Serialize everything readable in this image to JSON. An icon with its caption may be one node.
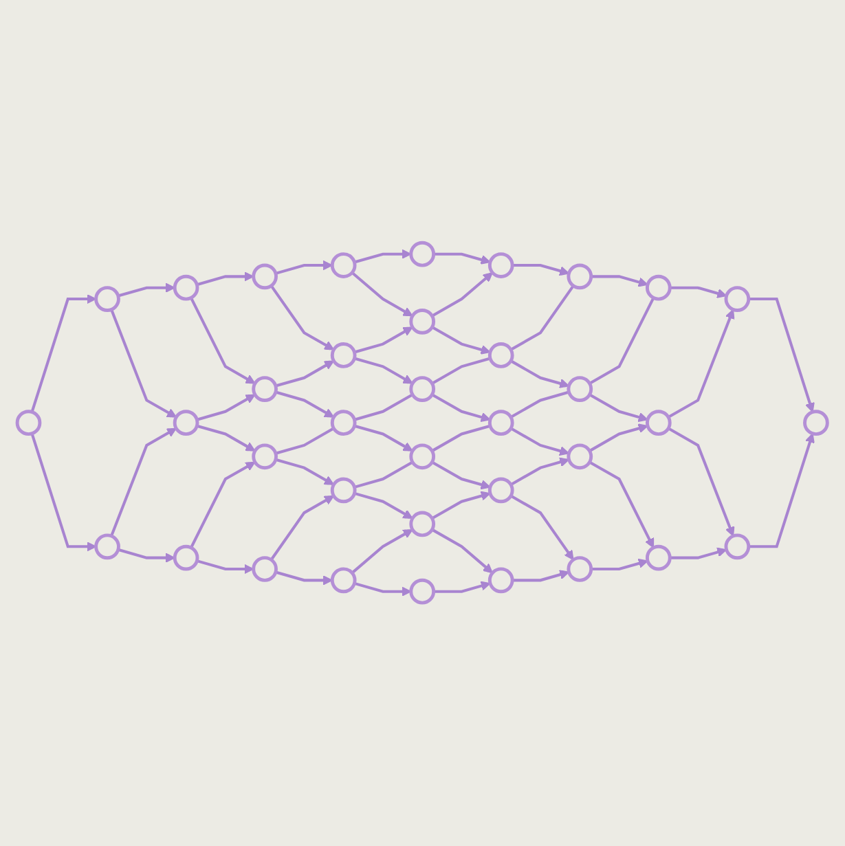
{
  "diagram": {
    "nodes": [
      {
        "text": [],
        "shape": "circle"
      },
      {
        "text": [],
        "shape": "circle"
      },
      {
        "text": [],
        "shape": "circle"
      },
      {
        "text": [],
        "shape": "circle"
      },
      {
        "text": [],
        "shape": "circle"
      },
      {
        "text": [],
        "shape": "circle"
      },
      {
        "text": [],
        "shape": "circle"
      },
      {
        "text": [],
        "shape": "circle"
      },
      {
        "text": [],
        "shape": "circle"
      },
      {
        "text": [],
        "shape": "circle"
      },
      {
        "text": [],
        "shape": "circle"
      },
      {
        "text": [],
        "shape": "circle"
      },
      {
        "text": [],
        "shape": "circle"
      },
      {
        "text": [],
        "shape": "circle"
      },
      {
        "text": [],
        "shape": "circle"
      },
      {
        "text": [],
        "shape": "circle"
      },
      {
        "text": [],
        "shape": "circle"
      },
      {
        "text": [],
        "shape": "circle"
      },
      {
        "text": [],
        "shape": "circle"
      },
      {
        "text": [],
        "shape": "circle"
      },
      {
        "text": [],
        "shape": "circle"
      },
      {
        "text": [],
        "shape": "circle"
      },
      {
        "text": [],
        "shape": "circle"
      },
      {
        "text": [],
        "shape": "circle"
      },
      {
        "text": [],
        "shape": "circle"
      },
      {
        "text": [],
        "shape": "circle"
      },
      {
        "text": [],
        "shape": "circle"
      },
      {
        "text": [],
        "shape": "circle"
      },
      {
        "text": [],
        "shape": "circle"
      },
      {
        "text": [],
        "shape": "circle"
      },
      {
        "text": [],
        "shape": "circle"
      },
      {
        "text": [],
        "shape": "circle"
      },
      {
        "text": [],
        "shape": "circle"
      },
      {
        "text": [],
        "shape": "circle"
      },
      {
        "text": [],
        "shape": "circle"
      },
      {
        "text": [],
        "shape": "circle"
      }
    ],
    "edges": [
      {
        "from": 0,
        "to": 1,
        "arrow": "to"
      },
      {
        "from": 1,
        "to": 2,
        "arrow": "to"
      },
      {
        "from": 2,
        "to": 3,
        "arrow": "to"
      },
      {
        "from": 3,
        "to": 4,
        "arrow": "to"
      },
      {
        "from": 4,
        "to": 5,
        "arrow": "to"
      },
      {
        "from": 6,
        "to": 0,
        "arrow": "to"
      },
      {
        "from": 7,
        "to": 1,
        "arrow": "to"
      },
      {
        "from": 8,
        "to": 2,
        "arrow": "none"
      },
      {
        "from": 9,
        "to": 3,
        "arrow": "none"
      },
      {
        "from": 10,
        "to": 4,
        "arrow": "to"
      },
      {
        "from": 11,
        "to": 5,
        "arrow": "to"
      },
      {
        "from": 6,
        "to": 7,
        "arrow": "to"
      },
      {
        "from": 7,
        "to": 8,
        "arrow": "to"
      },
      {
        "from": 8,
        "to": 9,
        "arrow": "to"
      },
      {
        "from": 9,
        "to": 10,
        "arrow": "to"
      },
      {
        "from": 10,
        "to": 11,
        "arrow": "to"
      },
      {
        "from": 12,
        "to": 6,
        "arrow": "to"
      },
      {
        "from": 13,
        "to": 7,
        "arrow": "to"
      },
      {
        "from": 14,
        "to": 8,
        "arrow": "none"
      },
      {
        "from": 15,
        "to": 9,
        "arrow": "none"
      },
      {
        "from": 16,
        "to": 10,
        "arrow": "to"
      },
      {
        "from": 17,
        "to": 11,
        "arrow": "to"
      },
      {
        "from": 12,
        "to": 13,
        "arrow": "to"
      },
      {
        "from": 13,
        "to": 14,
        "arrow": "to"
      },
      {
        "from": 14,
        "to": 15,
        "arrow": "to"
      },
      {
        "from": 15,
        "to": 16,
        "arrow": "to"
      },
      {
        "from": 16,
        "to": 17,
        "arrow": "to"
      },
      {
        "from": 18,
        "to": 12,
        "arrow": "to"
      },
      {
        "from": 19,
        "to": 13,
        "arrow": "to"
      },
      {
        "from": 20,
        "to": 14,
        "arrow": "none"
      },
      {
        "from": 21,
        "to": 15,
        "arrow": "none"
      },
      {
        "from": 22,
        "to": 16,
        "arrow": "to"
      },
      {
        "from": 23,
        "to": 17,
        "arrow": "to"
      },
      {
        "from": 18,
        "to": 19,
        "arrow": "to"
      },
      {
        "from": 19,
        "to": 20,
        "arrow": "to"
      },
      {
        "from": 20,
        "to": 21,
        "arrow": "to"
      },
      {
        "from": 21,
        "to": 22,
        "arrow": "to"
      },
      {
        "from": 22,
        "to": 23,
        "arrow": "to"
      },
      {
        "from": 24,
        "to": 18,
        "arrow": "to"
      },
      {
        "from": 25,
        "to": 19,
        "arrow": "to"
      },
      {
        "from": 26,
        "to": 20,
        "arrow": "none"
      },
      {
        "from": 27,
        "to": 21,
        "arrow": "none"
      },
      {
        "from": 28,
        "to": 22,
        "arrow": "to"
      },
      {
        "from": 29,
        "to": 23,
        "arrow": "to"
      },
      {
        "from": 24,
        "to": 25,
        "arrow": "to"
      },
      {
        "from": 25,
        "to": 26,
        "arrow": "to"
      },
      {
        "from": 26,
        "to": 27,
        "arrow": "to"
      },
      {
        "from": 27,
        "to": 28,
        "arrow": "to"
      },
      {
        "from": 28,
        "to": 29,
        "arrow": "to"
      },
      {
        "from": 30,
        "to": 24,
        "arrow": "to"
      },
      {
        "from": 31,
        "to": 25,
        "arrow": "to"
      },
      {
        "from": 32,
        "to": 26,
        "arrow": "to"
      },
      {
        "from": 33,
        "to": 27,
        "arrow": "to"
      },
      {
        "from": 34,
        "to": 28,
        "arrow": "to"
      },
      {
        "from": 35,
        "to": 29,
        "arrow": "to"
      },
      {
        "from": 30,
        "to": 31,
        "arrow": "to"
      },
      {
        "from": 31,
        "to": 32,
        "arrow": "to"
      },
      {
        "from": 32,
        "to": 33,
        "arrow": "to"
      },
      {
        "from": 33,
        "to": 34,
        "arrow": "to"
      },
      {
        "from": 34,
        "to": 35,
        "arrow": "to"
      }
    ]
  }
}
